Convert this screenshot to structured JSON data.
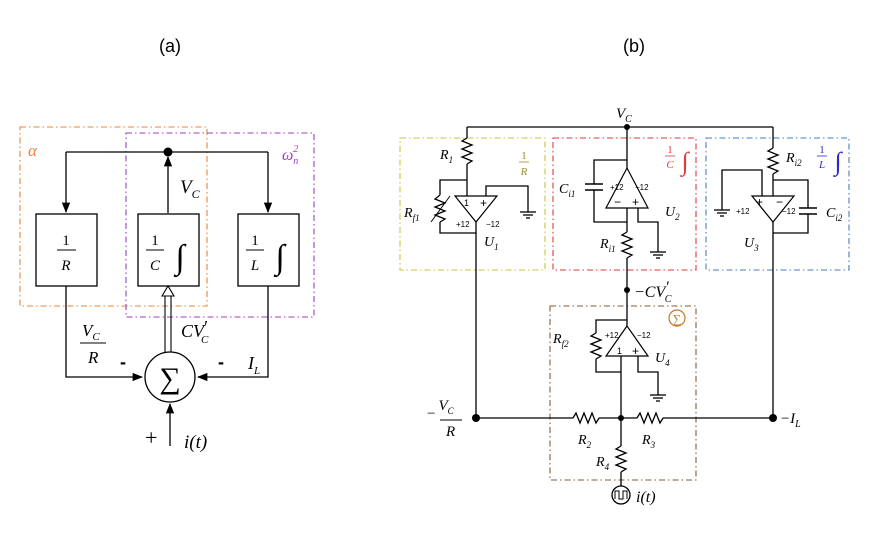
{
  "panels": {
    "a_label": "(a)",
    "b_label": "(b)"
  },
  "colors": {
    "orange": "#e8843a",
    "purple": "#9b3fc7",
    "yellow": "#c9c43a",
    "red": "#e23a3a",
    "blue": "#4a7ec0",
    "brown": "#8a5a35",
    "olive": "#a08a2a"
  },
  "diagram_a": {
    "alpha": "α",
    "omega_base": "ω",
    "omega_sub": "n",
    "omega_sup": "2",
    "block1": {
      "num": "1",
      "den": "R",
      "sign": ""
    },
    "block2": {
      "num": "1",
      "den": "C",
      "sign": "∫"
    },
    "block3": {
      "num": "1",
      "den": "L",
      "sign": "∫"
    },
    "vc_label": "V",
    "vc_sub": "C",
    "vcr_num": "V",
    "vcr_num_sub": "C",
    "vcr_den": "R",
    "minus_left": "-",
    "minus_right": "-",
    "cvc_main": "CV",
    "cvc_sup": "′",
    "cvc_sub": "C",
    "il_main": "I",
    "il_sub": "L",
    "sum_symbol": "∑",
    "plus": "+",
    "input": "i(t)"
  },
  "diagram_b": {
    "vc_top": "V",
    "vc_top_sub": "C",
    "box1_tag": {
      "num": "1",
      "den": "R"
    },
    "box2_tag": {
      "num": "1",
      "den": "C",
      "sign": "∫"
    },
    "box3_tag": {
      "num": "1",
      "den": "L",
      "sign": "∫"
    },
    "sum_tag": "∑",
    "r1": "R",
    "r1_sub": "1",
    "rf1": "R",
    "rf1_sub": "f1",
    "u1": "U",
    "u1_sub": "1",
    "ci1": "C",
    "ci1_sub": "i1",
    "u2": "U",
    "u2_sub": "2",
    "ri1": "R",
    "ri1_sub": "i1",
    "ri2": "R",
    "ri2_sub": "i2",
    "ci2": "C",
    "ci2_sub": "i2",
    "u3": "U",
    "u3_sub": "3",
    "cvc_main": "−CV",
    "cvc_sup": "′",
    "cvc_sub": "C",
    "rf2": "R",
    "rf2_sub": "f2",
    "u4": "U",
    "u4_sub": "4",
    "r2": "R",
    "r2_sub": "2",
    "r3": "R",
    "r3_sub": "3",
    "r4": "R",
    "r4_sub": "4",
    "out_left_prefix": "−",
    "out_left_num": "V",
    "out_left_num_sub": "C",
    "out_left_den": "R",
    "out_right_main": "−I",
    "out_right_sub": "L",
    "input": "i(t)",
    "supply_pos": "+12",
    "supply_neg": "−12",
    "pin_plus": "+",
    "pin_minus": "−",
    "pin_one": "1"
  }
}
